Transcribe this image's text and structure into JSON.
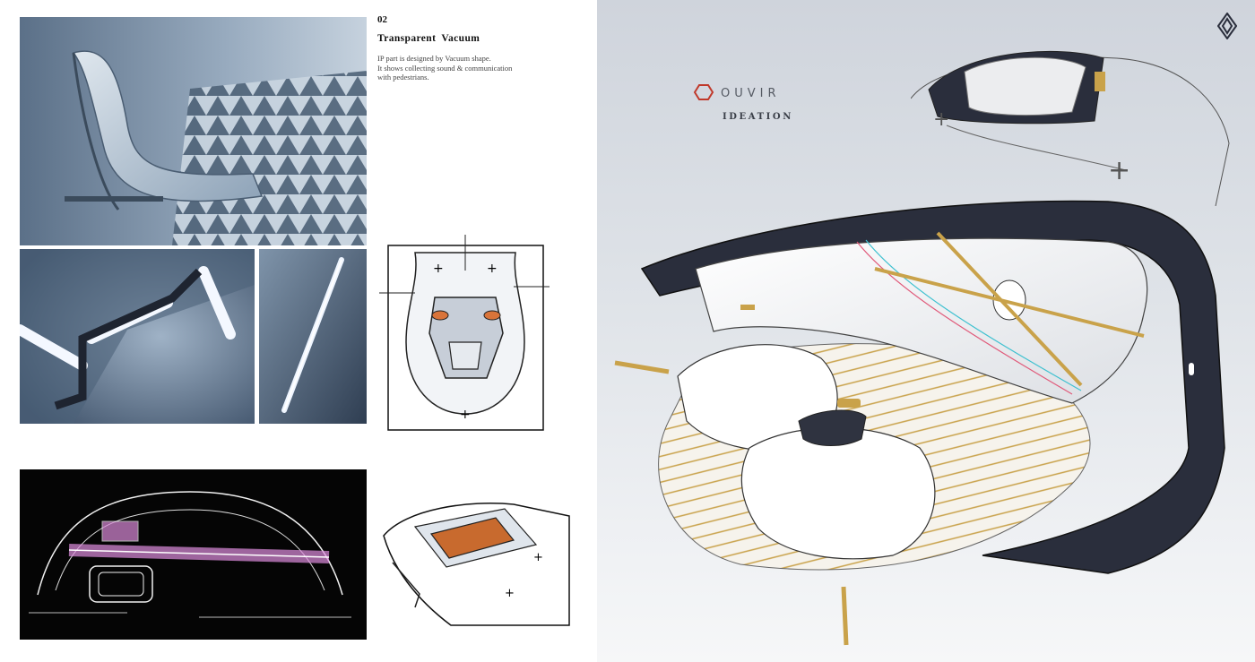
{
  "section": {
    "number": "02",
    "title": "Transparent  Vacuum",
    "description": [
      "IP part is designed by Vacuum shape.",
      "It shows collecting sound & communication",
      "with pedestrians."
    ]
  },
  "brand": {
    "name": "OUVIR",
    "subtitle": "IDEATION",
    "accent_color": "#c0392b"
  },
  "palette": {
    "dark_navy": "#2a2e3c",
    "gold": "#c9a24a",
    "steel_blue": "#8ea3b8",
    "magenta": "#d98ad8"
  }
}
